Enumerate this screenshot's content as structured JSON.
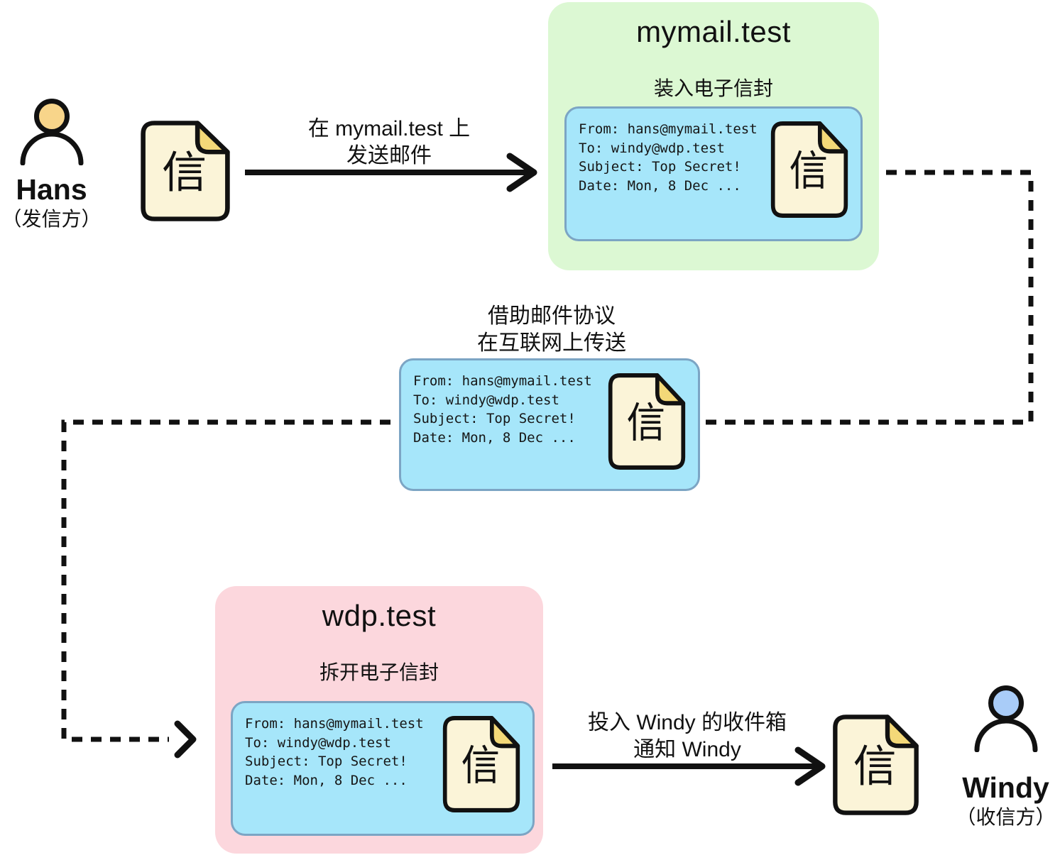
{
  "sender": {
    "name": "Hans",
    "role": "（发信方）"
  },
  "receiver": {
    "name": "Windy",
    "role": "（收信方）"
  },
  "letter": {
    "glyph": "信"
  },
  "servers": {
    "mymail": {
      "title": "mymail.test",
      "action": "装入电子信封"
    },
    "wdp": {
      "title": "wdp.test",
      "action": "拆开电子信封"
    }
  },
  "envelope": {
    "headers": "From: hans@mymail.test\nTo: windy@wdp.test\nSubject: Top Secret!\nDate: Mon, 8 Dec ..."
  },
  "arrows": {
    "send": {
      "line1": "在 mymail.test 上",
      "line2": "发送邮件"
    },
    "transfer": {
      "line1": "借助邮件协议",
      "line2": "在互联网上传送"
    },
    "deliver": {
      "line1": "投入 Windy 的收件箱",
      "line2": "通知 Windy"
    }
  },
  "colors": {
    "send_server_bg": "#dcf8d3",
    "receive_server_bg": "#fcd7dd",
    "envelope_bg": "#a6e6fa",
    "envelope_border": "#7ca5c4",
    "letter_bg": "#fbf4d8",
    "letter_fold": "#f3d878",
    "sender_head": "#f8d58a",
    "receiver_head": "#a9ccf8",
    "line": "#111111"
  }
}
